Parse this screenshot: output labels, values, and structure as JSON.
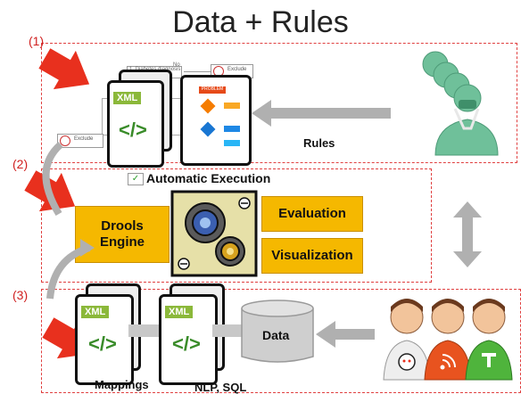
{
  "title": "Data + Rules",
  "sections": {
    "s1": {
      "number": "(1)",
      "label": "Rules"
    },
    "s2": {
      "number": "(2)",
      "heading": "Automatic Execution"
    },
    "s3": {
      "number": "(3)"
    }
  },
  "engine": {
    "line1": "Drools",
    "line2": "Engine"
  },
  "outputs": {
    "evaluation": "Evaluation",
    "visualization": "Visualization"
  },
  "data_store": {
    "label": "Data"
  },
  "files": {
    "xml_tag": "XML",
    "code_glyph": "</>"
  },
  "captions": {
    "mappings": "Mappings",
    "nlp_sql": "NLP, SQL"
  },
  "flowchart_bits": {
    "top_box": "1. Diabetes diagnosis",
    "no": "No",
    "exclude1": "Exclude",
    "exclude2": "Exclude",
    "problem": "PROBLEM"
  },
  "colors": {
    "accent_yellow": "#f5b800",
    "arrow_red": "#e8301e",
    "section_border": "#e04040",
    "arrow_gray": "#b0b0b0",
    "doctor_green": "#6fc09a"
  }
}
